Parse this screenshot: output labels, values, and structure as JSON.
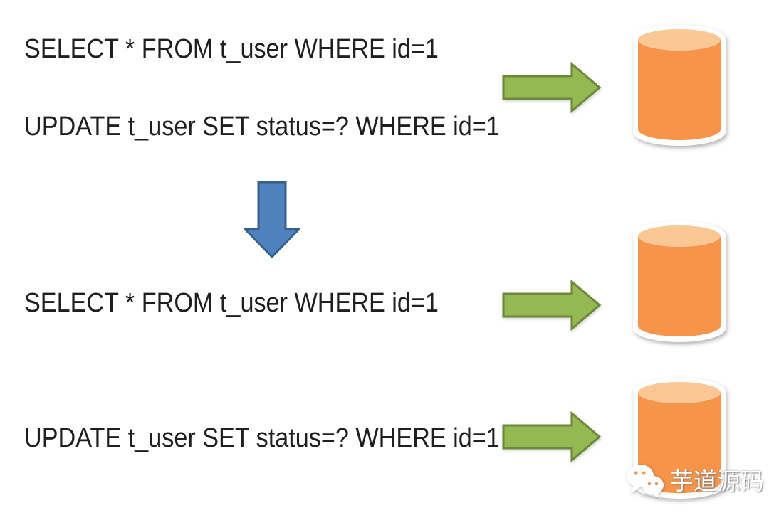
{
  "colors": {
    "background": "#ffffff",
    "text": "#1f1f1f",
    "db-body": "#f6954a",
    "db-top": "#fac795",
    "green-arrow-fill": "#94b953",
    "green-arrow-stroke": "#6e8839",
    "blue-arrow-fill": "#4f81bd",
    "blue-arrow-stroke": "#36608e",
    "watermark-text": "#ffffff"
  },
  "flow": {
    "before": {
      "rows": [
        {
          "sql": "SELECT * FROM t_user WHERE id=1"
        },
        {
          "sql": "UPDATE t_user SET status=? WHERE id=1"
        }
      ],
      "arrow_icon": "green-right-arrow",
      "target_icon": "database-cylinder"
    },
    "transition_icon": "blue-down-arrow",
    "after": {
      "rows": [
        {
          "sql": "SELECT * FROM t_user WHERE id=1",
          "arrow_icon": "green-right-arrow",
          "target_icon": "database-cylinder"
        },
        {
          "sql": "UPDATE t_user SET status=? WHERE id=1",
          "arrow_icon": "green-right-arrow",
          "target_icon": "database-cylinder"
        }
      ]
    }
  },
  "watermark": {
    "label": "芋道源码",
    "icon": "wechat-icon"
  }
}
